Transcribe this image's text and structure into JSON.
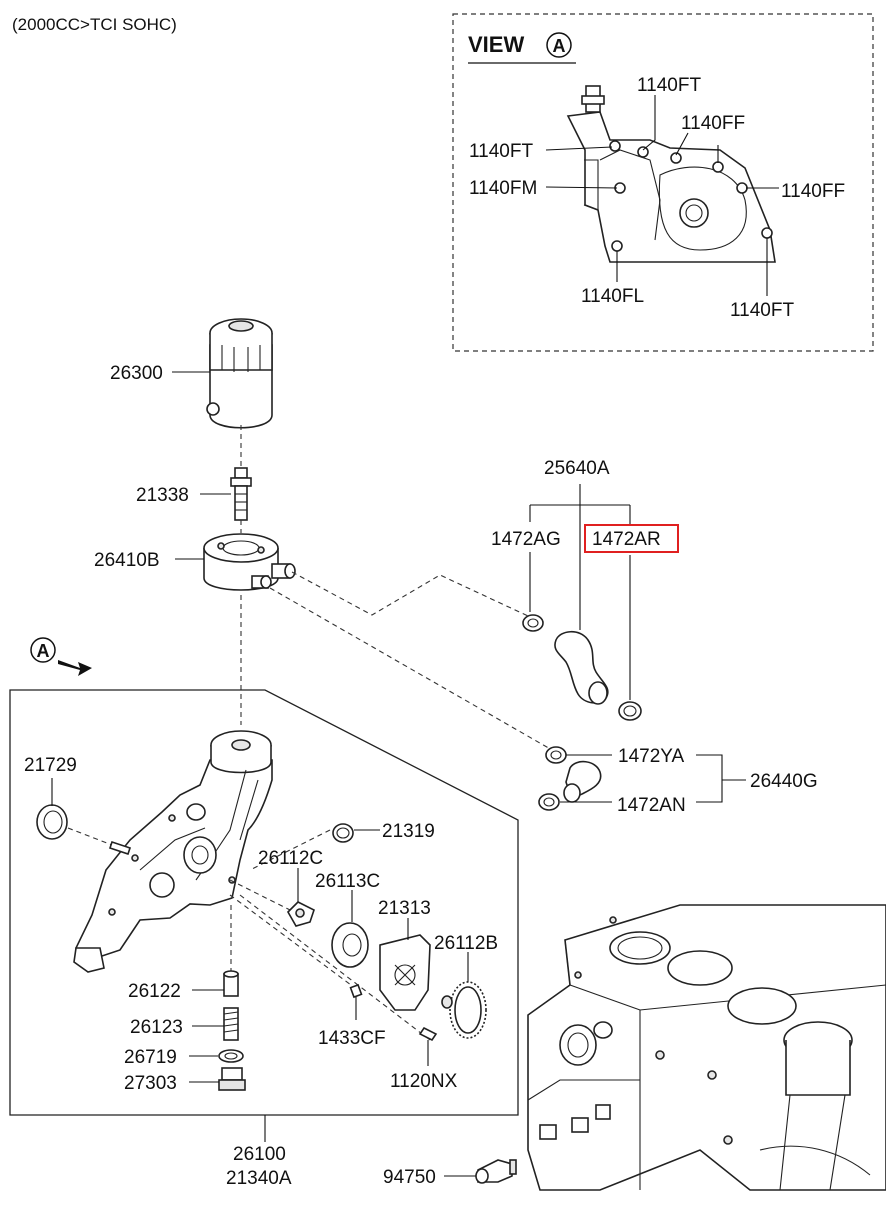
{
  "header": {
    "title": "(2000CC>TCI SOHC)"
  },
  "view_box": {
    "title": "VIEW",
    "marker": "A",
    "bolts": [
      "1140FT",
      "1140FF",
      "1140FT",
      "1140FM",
      "1140FF",
      "1140FL",
      "1140FT"
    ]
  },
  "arrow_marker": "A",
  "parts": {
    "p26300": "26300",
    "p21338": "21338",
    "p26410B": "26410B",
    "p25640A": "25640A",
    "p1472AG": "1472AG",
    "p1472AR": "1472AR",
    "p1472YA": "1472YA",
    "p26440G": "26440G",
    "p1472AN": "1472AN",
    "p21729": "21729",
    "p21319": "21319",
    "p26112C": "26112C",
    "p26113C": "26113C",
    "p21313": "21313",
    "p26112B": "26112B",
    "p26122": "26122",
    "p26123": "26123",
    "p26719": "26719",
    "p27303": "27303",
    "p1433CF": "1433CF",
    "p1120NX": "1120NX",
    "p26100": "26100",
    "p21340A": "21340A",
    "p94750": "94750"
  },
  "highlight": {
    "part": "1472AR",
    "color": "#e02020"
  }
}
